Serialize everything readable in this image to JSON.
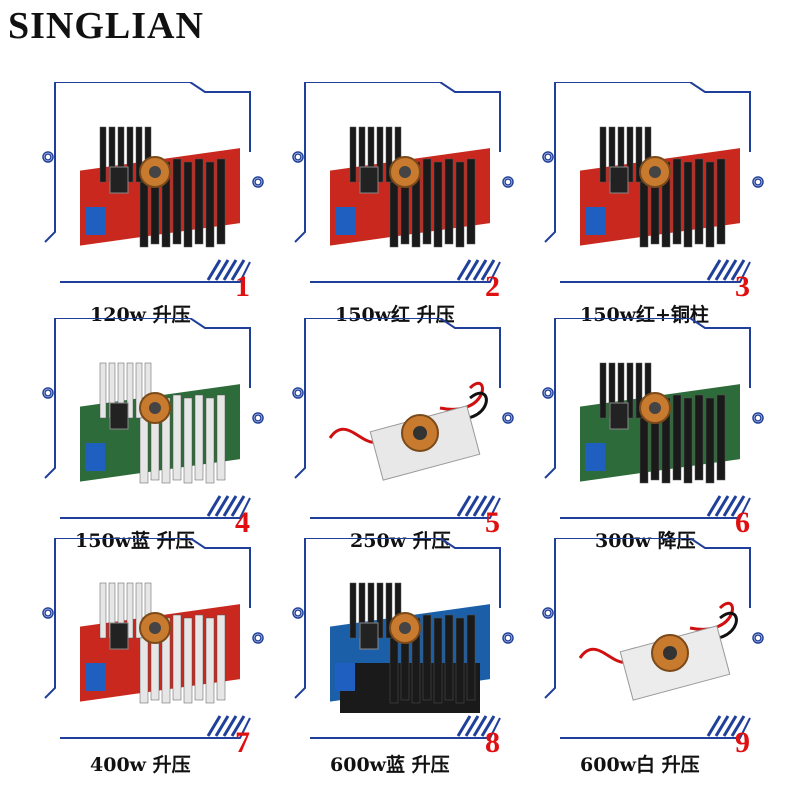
{
  "brand": "SINGLIAN",
  "colors": {
    "frame": "#1f3f9a",
    "number": "#e01010",
    "heatsink": "#1a1a1a",
    "pcb_red": "#c8281e",
    "pcb_green": "#2e6b3a",
    "pcb_blue": "#1b5fa8",
    "terminal": "#1f5fbf"
  },
  "products": [
    {
      "number": "1",
      "caption": "120w 升压"
    },
    {
      "number": "2",
      "caption": "150w红 升压"
    },
    {
      "number": "3",
      "caption": "150w红+铜柱"
    },
    {
      "number": "4",
      "caption": "150w蓝 升压"
    },
    {
      "number": "5",
      "caption": "250w 升压"
    },
    {
      "number": "6",
      "caption": "300w 降压"
    },
    {
      "number": "7",
      "caption": "400w 升压"
    },
    {
      "number": "8",
      "caption": "600w蓝 升压"
    },
    {
      "number": "9",
      "caption": "600w白 升压"
    }
  ]
}
